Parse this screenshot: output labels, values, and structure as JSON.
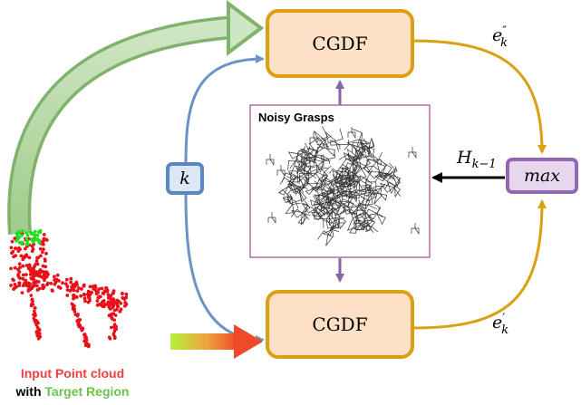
{
  "top_block": {
    "label": "CGDF"
  },
  "bottom_block": {
    "label": "CGDF"
  },
  "k_block": {
    "label": "k"
  },
  "max_block": {
    "label": "max"
  },
  "noise_panel": {
    "title": "Noisy Grasps"
  },
  "edge_labels": {
    "e_top_base": "e",
    "e_top_sub": "k",
    "e_top_sup": "″",
    "e_bot_base": "e",
    "e_bot_sub": "k",
    "e_bot_sup": "′",
    "h_base": "H",
    "h_sub": "k−1"
  },
  "caption": {
    "line1": "Input Point cloud",
    "line2_prefix": "with ",
    "line2_highlight": "Target Region"
  },
  "colors": {
    "block_fill": "#fde0c5",
    "block_stroke": "#d9a011",
    "k_fill": "#dbe7f7",
    "k_stroke": "#5b86c0",
    "max_fill": "#e6d6ee",
    "max_stroke": "#9467b4",
    "panel_stroke": "#b96ba0",
    "orange_arrow": "#d9a011",
    "blue_arrow": "#6b93c6",
    "purple_arrow": "#8a62a8",
    "black_arrow": "#000000",
    "green_arrow": "#7fb26a",
    "red_points": "#e8101a",
    "green_points": "#22dd22",
    "caption_red": "#f03e3e",
    "caption_green": "#6cc24a"
  },
  "icons": [
    "point-cloud-chair",
    "noisy-grasps-scatter",
    "gradient-input-arrow"
  ]
}
